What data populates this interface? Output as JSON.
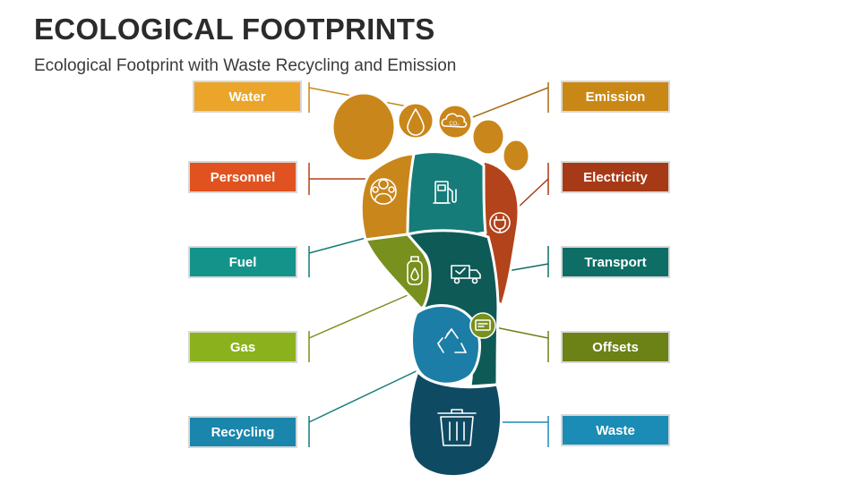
{
  "title": "ECOLOGICAL FOOTPRINTS",
  "subtitle": "Ecological Footprint with Waste Recycling and Emission",
  "labels": {
    "water": "Water",
    "personnel": "Personnel",
    "fuel": "Fuel",
    "gas": "Gas",
    "recycling": "Recycling",
    "emission": "Emission",
    "electricity": "Electricity",
    "transport": "Transport",
    "offsets": "Offsets",
    "waste": "Waste"
  },
  "colors": {
    "water": "#eaa52a",
    "personnel": "#e0521f",
    "fuel": "#14938b",
    "gas": "#8bb21d",
    "recycling": "#1a86ac",
    "emission": "#c98816",
    "electricity": "#a73a16",
    "transport": "#0e6e66",
    "offsets": "#6c8116",
    "waste": "#1b8cb6",
    "foot_toes": "#c9861a",
    "foot_teal": "#157c79",
    "foot_rust": "#b2431a",
    "foot_olive": "#78901e",
    "foot_darkteal": "#0e5a56",
    "foot_blue": "#1c7ea6",
    "foot_navy": "#0f4a63"
  },
  "icons": [
    "water-drop-icon",
    "co2-cloud-icon",
    "people-icon",
    "fuel-pump-icon",
    "plug-icon",
    "gas-cylinder-icon",
    "truck-icon",
    "recycle-icon",
    "offset-certificate-icon",
    "trash-bin-icon"
  ]
}
